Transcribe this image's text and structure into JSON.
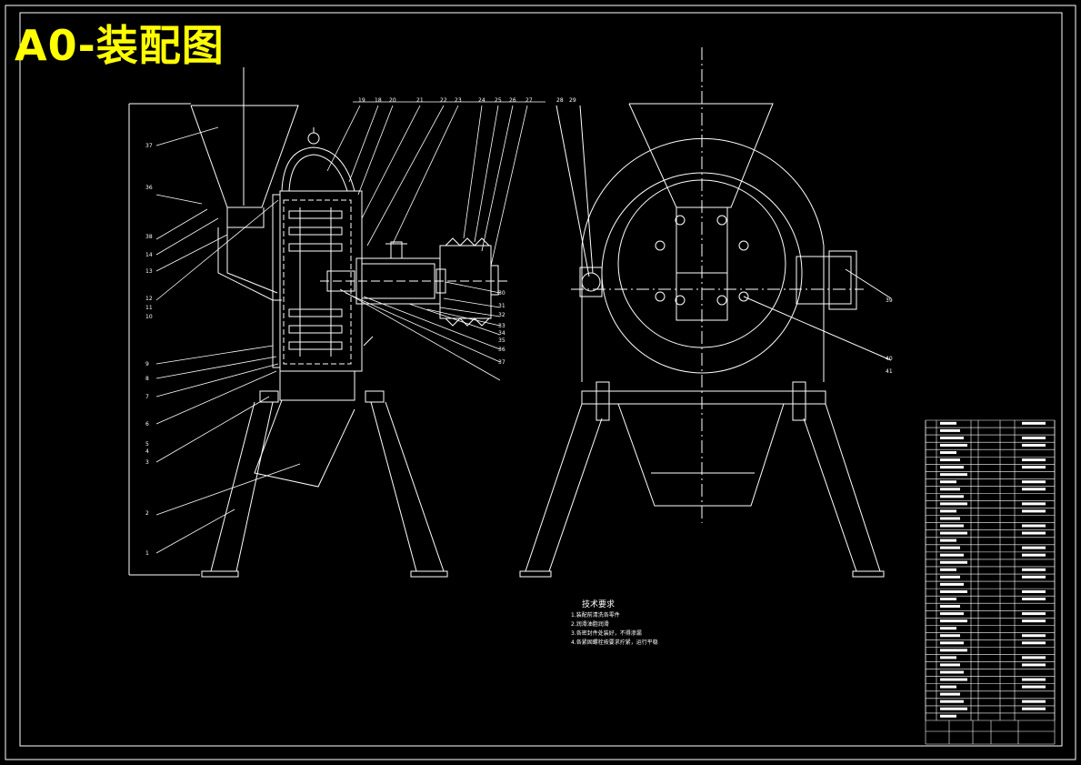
{
  "title": "A0-装配图",
  "notes": {
    "heading": "技术要求",
    "items": [
      "1.装配前清洗各零件",
      "2.润滑油脂润滑",
      "3.各密封件处装好，不得渗漏",
      "4.各紧固螺栓按要求拧紧，运行平稳"
    ]
  },
  "balloons_top": [
    "19",
    "18",
    "20",
    "21",
    "22",
    "23",
    "24",
    "25",
    "26",
    "27",
    "28",
    "29"
  ],
  "balloons_left": [
    "37",
    "36",
    "38",
    "14",
    "13",
    "12",
    "11",
    "10",
    "9",
    "8",
    "7",
    "6",
    "5",
    "4",
    "3",
    "2",
    "1"
  ],
  "balloons_right": [
    "30",
    "31",
    "32",
    "33",
    "34",
    "35",
    "36",
    "37",
    "39",
    "40",
    "41"
  ],
  "colors": {
    "line": "#ffffff",
    "title": "#ffff00",
    "dash": "#ffffff"
  }
}
